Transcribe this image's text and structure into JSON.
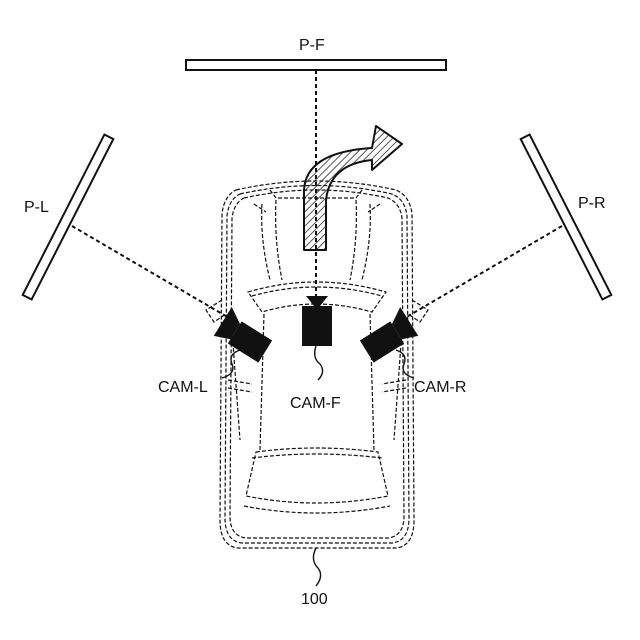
{
  "labels": {
    "panel_front": "P-F",
    "panel_left": "P-L",
    "panel_right": "P-R",
    "cam_left": "CAM-L",
    "cam_front": "CAM-F",
    "cam_right": "CAM-R",
    "vehicle": "100"
  },
  "colors": {
    "ink": "#111111",
    "paper": "#ffffff"
  }
}
